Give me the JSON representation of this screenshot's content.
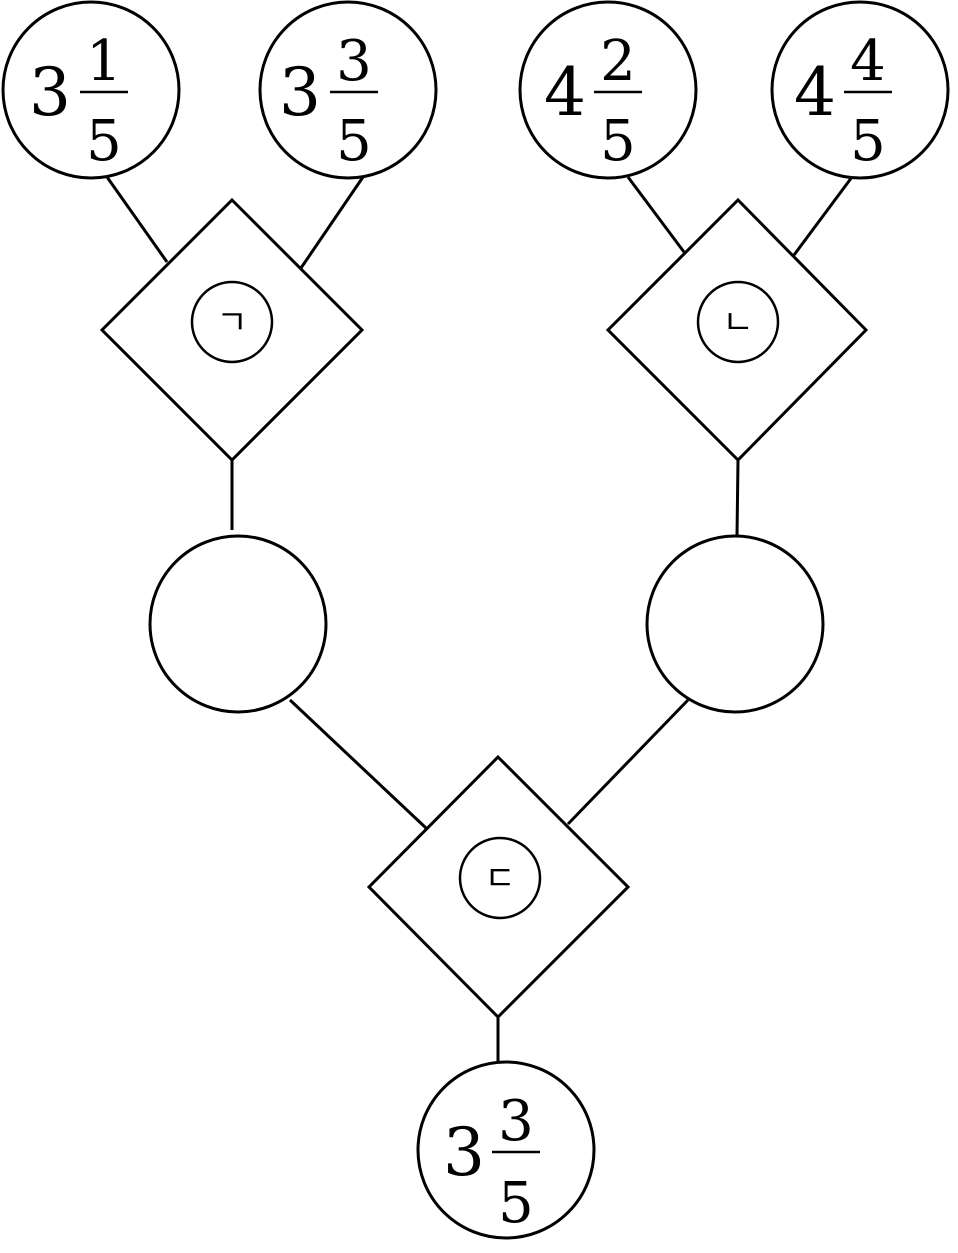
{
  "inputs": [
    {
      "whole": "3",
      "numerator": "1",
      "denominator": "5"
    },
    {
      "whole": "3",
      "numerator": "3",
      "denominator": "5"
    },
    {
      "whole": "4",
      "numerator": "2",
      "denominator": "5"
    },
    {
      "whole": "4",
      "numerator": "4",
      "denominator": "5"
    }
  ],
  "operators": {
    "left": "ㄱ",
    "right": "ㄴ",
    "bottom": "ㄷ"
  },
  "intermediates": {
    "left": "",
    "right": ""
  },
  "result": {
    "whole": "3",
    "numerator": "3",
    "denominator": "5"
  }
}
